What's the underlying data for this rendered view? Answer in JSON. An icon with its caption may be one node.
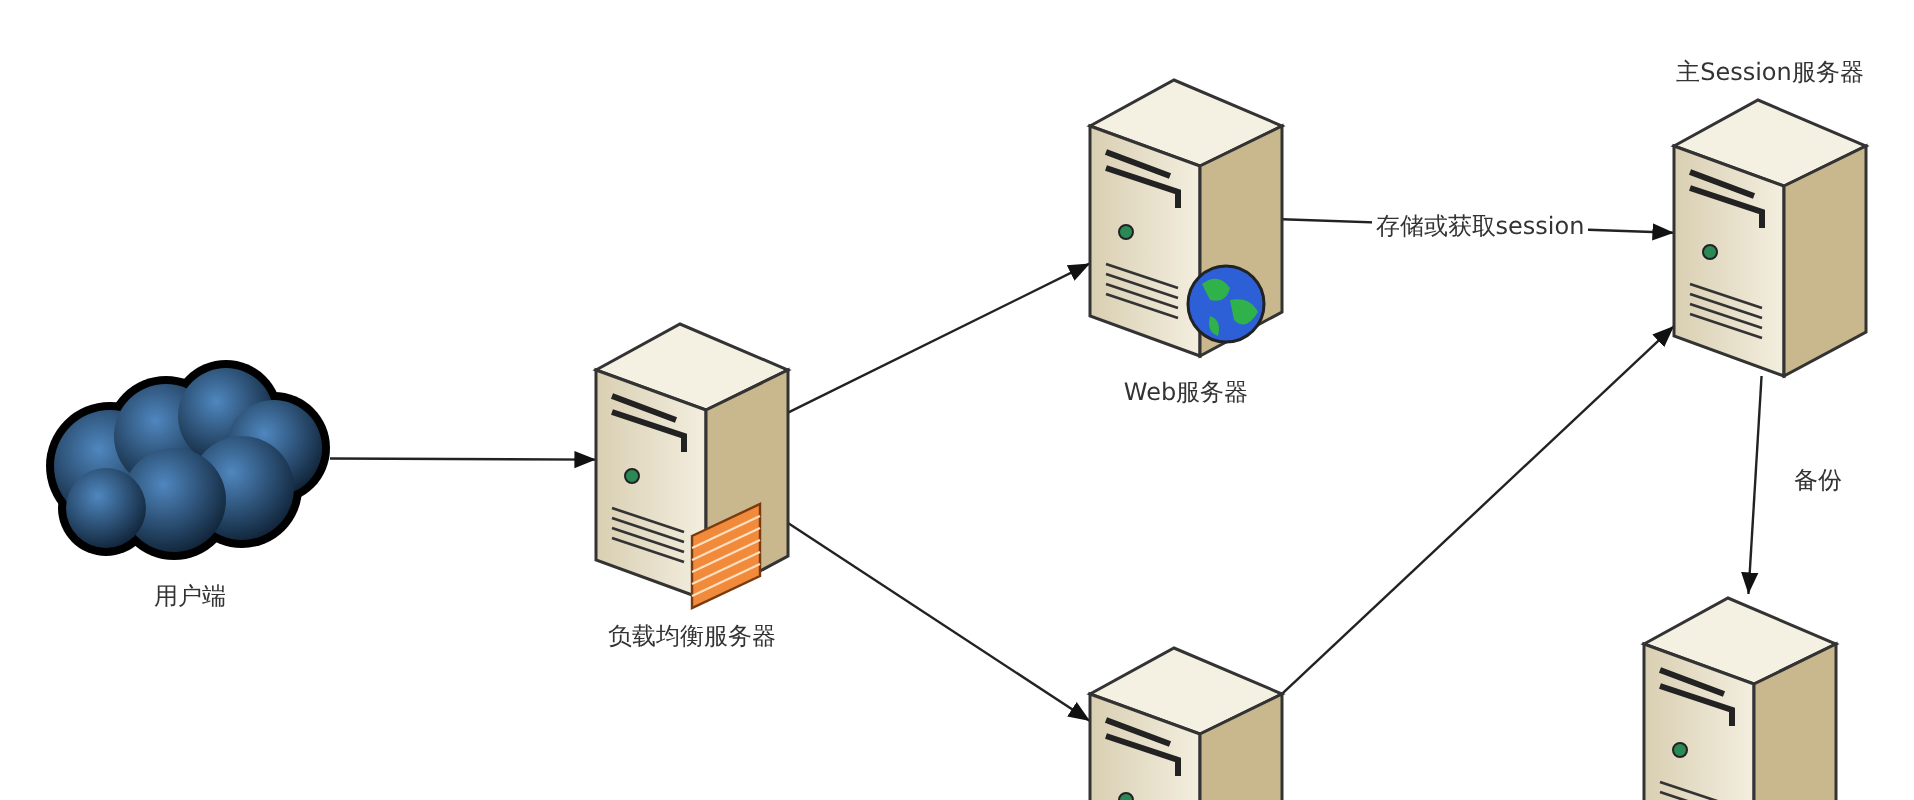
{
  "diagram": {
    "nodes": [
      {
        "text": [
          "用户端"
        ]
      },
      {
        "text": [
          "负载均衡服务器"
        ]
      },
      {
        "text": [
          "Web服务器"
        ]
      },
      {
        "text": [],
        "shape": "picture"
      },
      {
        "text": [
          "主Session服务器"
        ]
      },
      {
        "text": [],
        "shape": "picture"
      }
    ],
    "edges": [
      {
        "from": 0,
        "to": 1,
        "arrow": "to"
      },
      {
        "from": 1,
        "to": 2,
        "arrow": "to"
      },
      {
        "from": 1,
        "to": 3,
        "arrow": "to"
      },
      {
        "from": 2,
        "to": 4,
        "arrow": "to",
        "label": "存储或获取session"
      },
      {
        "from": 3,
        "to": 4,
        "arrow": "to"
      },
      {
        "from": 4,
        "to": 5,
        "arrow": "to",
        "label": "备份"
      }
    ]
  }
}
